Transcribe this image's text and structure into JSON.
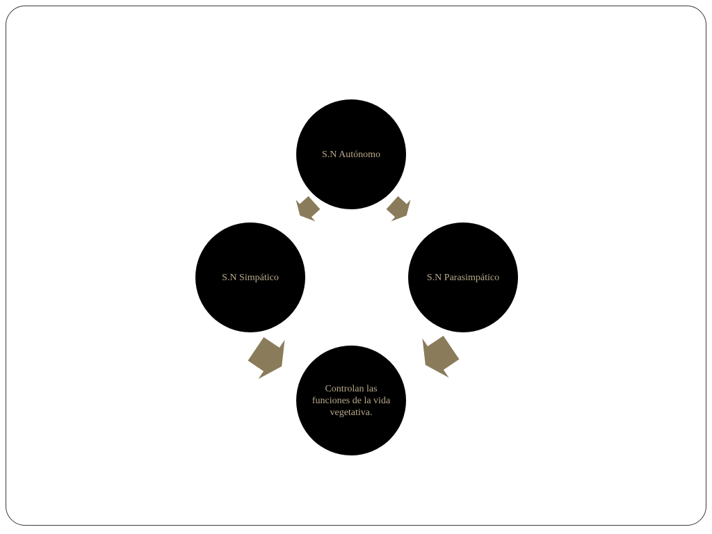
{
  "diagram": {
    "nodes": {
      "top": "S.N Autónomo",
      "left": "S.N Simpático",
      "right": "S.N Parasimpático",
      "bottom": "Controlan las funciones de la vida vegetativa."
    }
  },
  "colors": {
    "node_fill": "#000000",
    "node_text": "#b8a98a",
    "arrow_fill": "#8a7b5a",
    "frame_border": "#3a3a3a"
  }
}
